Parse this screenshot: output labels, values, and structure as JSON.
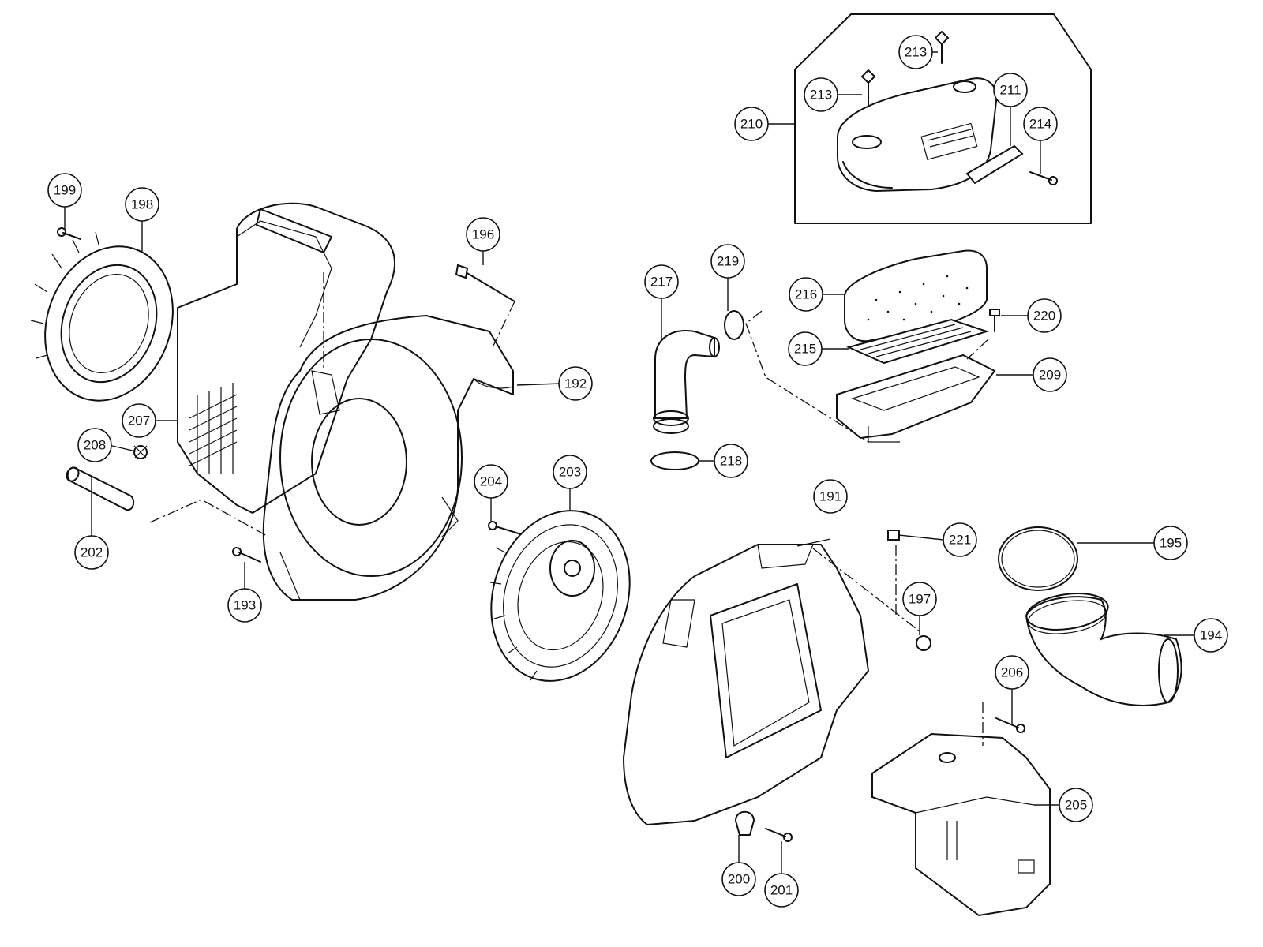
{
  "colors": {
    "line": "#111111",
    "background": "#ffffff"
  },
  "callouts": [
    "191",
    "192",
    "193",
    "194",
    "195",
    "196",
    "197",
    "198",
    "199",
    "200",
    "201",
    "202",
    "203",
    "204",
    "205",
    "206",
    "207",
    "208",
    "209",
    "210",
    "211",
    "213",
    "213",
    "214",
    "215",
    "216",
    "217",
    "218",
    "219",
    "220",
    "221"
  ]
}
